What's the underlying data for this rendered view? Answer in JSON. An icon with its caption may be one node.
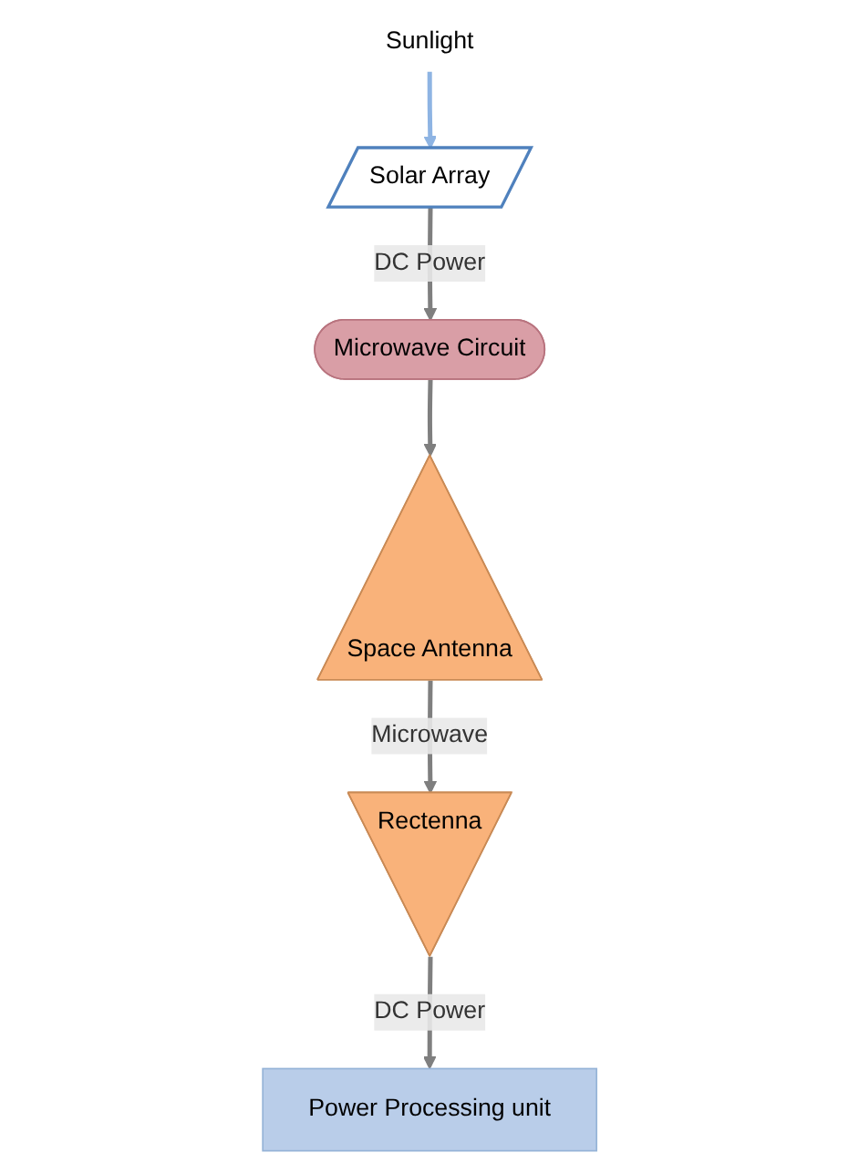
{
  "diagram": {
    "nodes": [
      {
        "text": [
          "Sunlight"
        ]
      },
      {
        "text": [
          "Solar Array"
        ]
      },
      {
        "text": [
          "Microwave Circuit"
        ]
      },
      {
        "text": [
          "Space Antenna"
        ]
      },
      {
        "text": [
          "Rectenna"
        ]
      },
      {
        "text": [
          "Power Processing unit"
        ]
      }
    ],
    "edges": [
      {
        "from": 0,
        "to": 1,
        "arrow": "to",
        "color": "#8eb4e3"
      },
      {
        "from": 1,
        "to": 2,
        "arrow": "to",
        "label": "DC Power"
      },
      {
        "from": 2,
        "to": 3,
        "arrow": "to"
      },
      {
        "from": 3,
        "to": 4,
        "arrow": "to",
        "label": "Microwave"
      },
      {
        "from": 4,
        "to": 5,
        "arrow": "to",
        "label": "DC Power"
      }
    ]
  }
}
